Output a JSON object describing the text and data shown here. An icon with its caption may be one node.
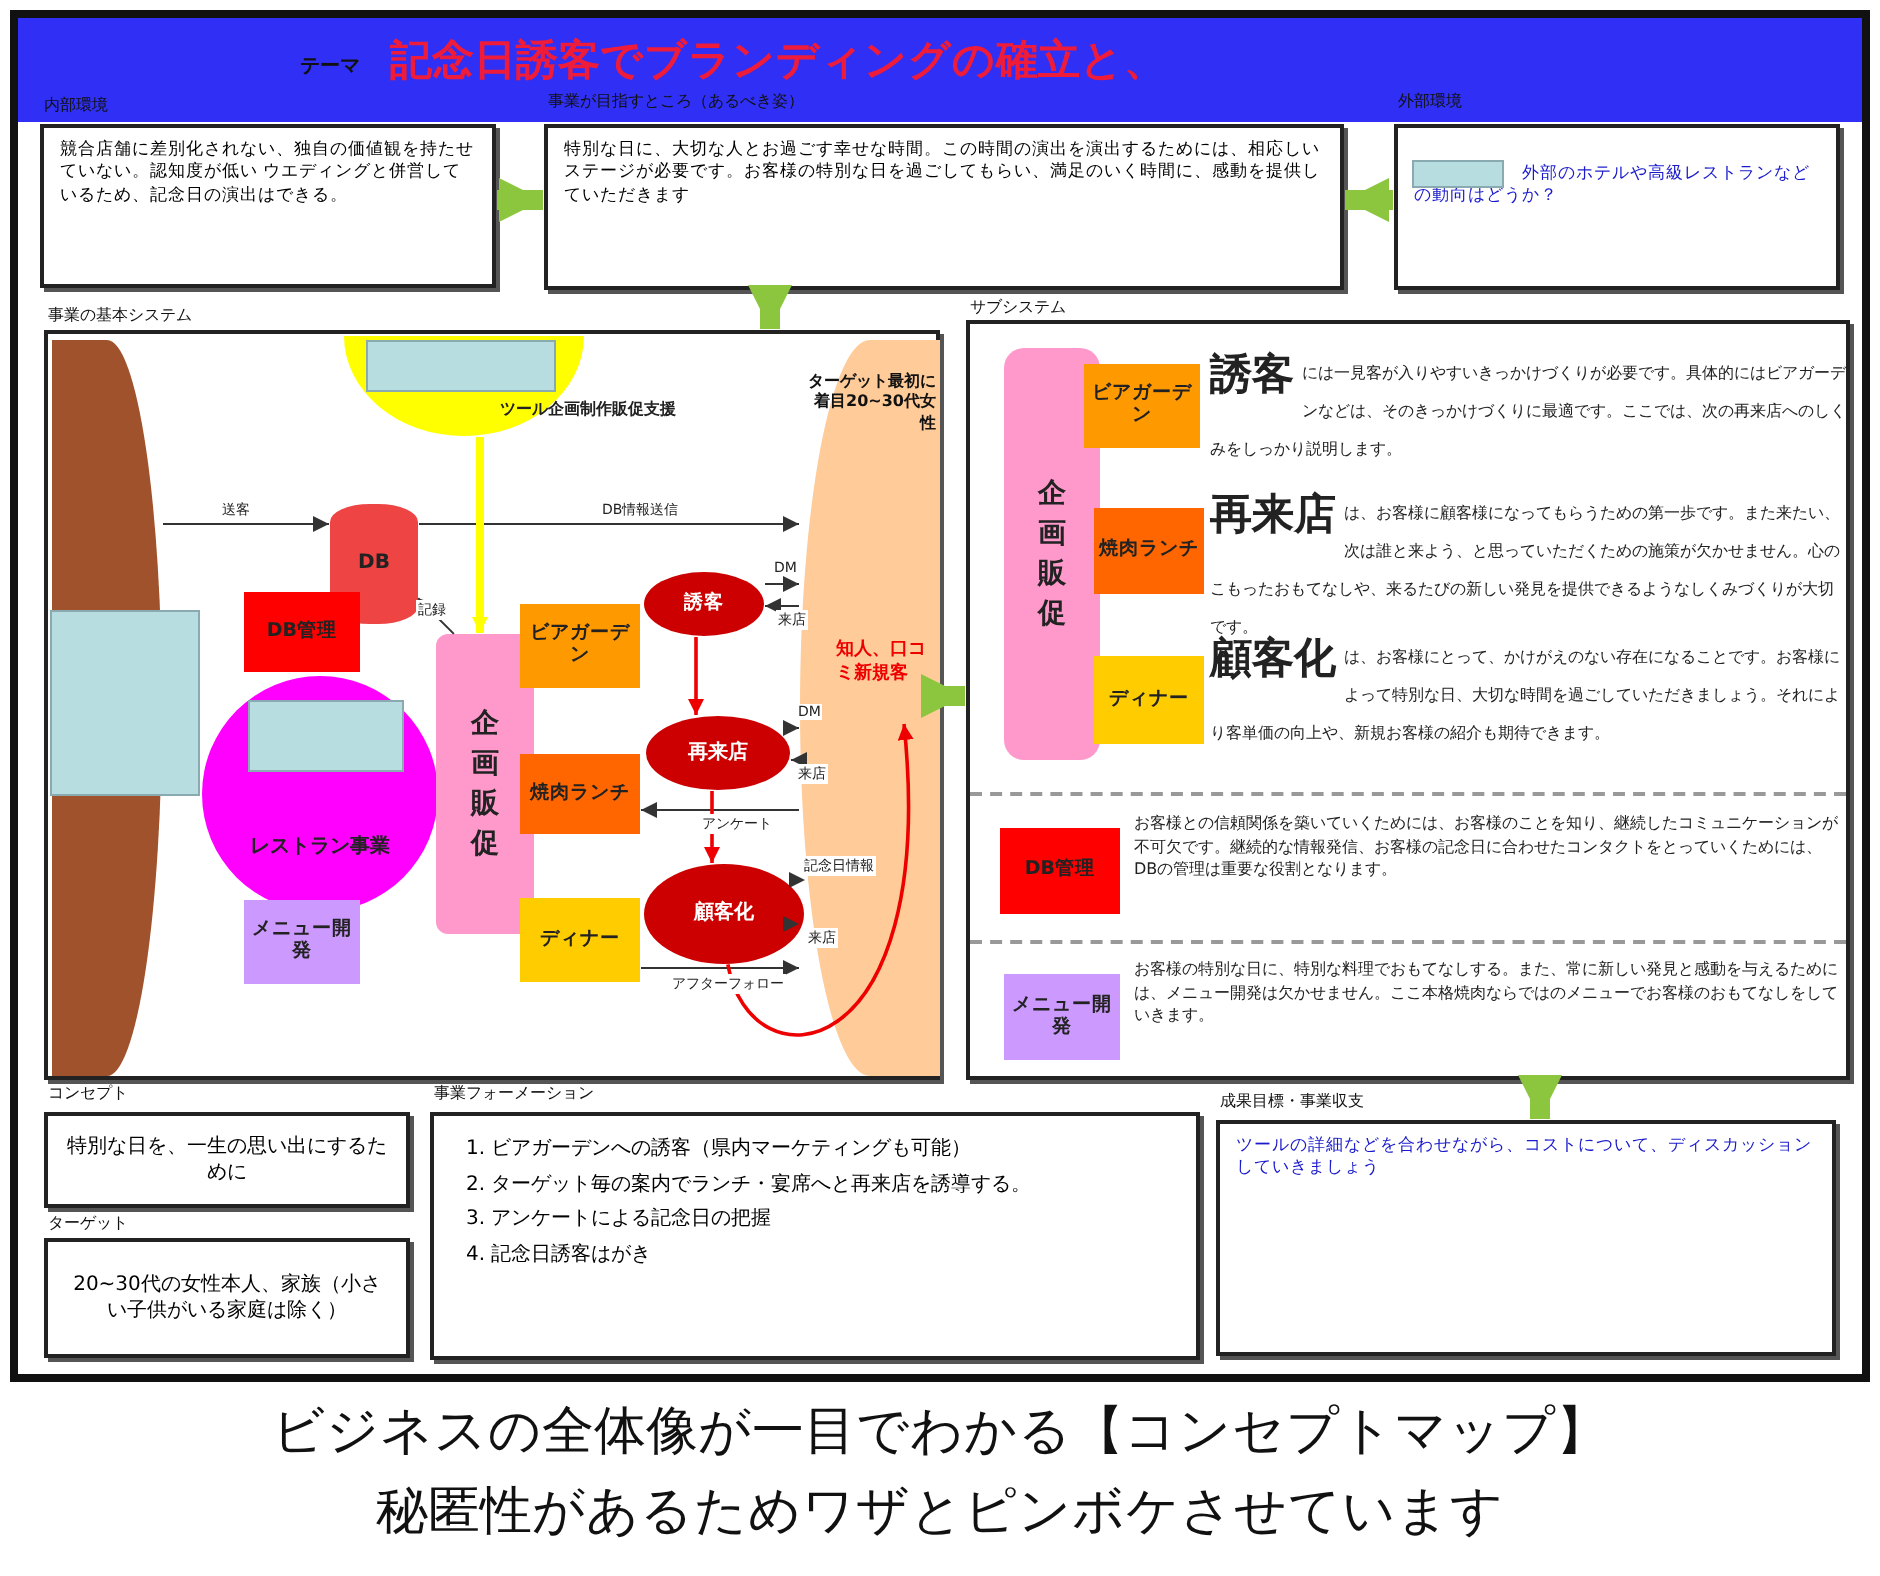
{
  "diagram": {
    "title": "記念日誘客でブランディングの確立と、",
    "caption": "ビジネスの全体像が一目でわかる【コンセプトマップ】秘匿性があるためワザとピンボケさせています",
    "nodes": [
      {
        "text": [
          "内部環境",
          "競合店舗に差別化されない、独自の価値観を持たせていない。認知度が低い ウエディングと併営しているため、記念日の演出はできる。"
        ]
      },
      {
        "text": [
          "事業が目指すところ（あるべき姿）",
          "特別な日に、大切な人とお過ごす幸せな時間。この時間の演出を演出するためには、相応しいステージが必要です。お客様の特別な日を過ごしてもらい、満足のいく時間に、感動を提供していただきます"
        ]
      },
      {
        "text": [
          "外部環境",
          "外部のホテルや高級レストランなどの動向はどうか？"
        ]
      },
      {
        "text": [
          "事業の基本システム"
        ]
      },
      {
        "text": [],
        "shape": "ellipse",
        "in": 3
      },
      {
        "text": [],
        "shape": "semicircle",
        "beside": [
          "ツール企画制作販促支援"
        ],
        "in": 3
      },
      {
        "text": [
          "DB"
        ],
        "in": 3
      },
      {
        "text": [
          "DB管理"
        ],
        "in": 3
      },
      {
        "text": [
          "レストラン事業"
        ],
        "in": 3
      },
      {
        "text": [
          "メニュー開発"
        ],
        "in": 3
      },
      {
        "text": [
          "企画販促"
        ],
        "in": 3
      },
      {
        "text": [
          "ビアガーデン"
        ],
        "in": 3
      },
      {
        "text": [
          "焼肉ランチ"
        ],
        "in": 3
      },
      {
        "text": [
          "ディナー"
        ],
        "in": 3
      },
      {
        "text": [
          "誘客"
        ],
        "in": 3
      },
      {
        "text": [
          "再来店"
        ],
        "in": 3
      },
      {
        "text": [
          "顧客化"
        ],
        "in": 3
      },
      {
        "text": [
          "ターゲット最初に着目20~30代女性",
          "知人、口コミ新規客"
        ],
        "in": 3
      },
      {
        "text": [
          "サブシステム"
        ]
      },
      {
        "text": [
          "企画販促"
        ],
        "in": 18
      },
      {
        "text": [
          "ビアガーデン"
        ],
        "in": 18,
        "beside": [
          "誘客",
          "には一見客が入りやすいきっかけづくりが必要です。具体的にはビアガーデンなどは、そのきっかけづくりに最適です。ここでは、次の再来店へのしくみをしっかり説明します。"
        ]
      },
      {
        "text": [
          "焼肉ランチ"
        ],
        "in": 18,
        "beside": [
          "再来店",
          "は、お客様に顧客様になってもらうための第一歩です。また来たい、次は誰と来よう、と思っていただくための施策が欠かせません。心のこもったおもてなしや、来るたびの新しい発見を提供できるようなしくみづくりが大切です。"
        ]
      },
      {
        "text": [
          "ディナー"
        ],
        "in": 18,
        "beside": [
          "顧客化",
          "は、お客様にとって、かけがえのない存在になることです。お客様によって特別な日、大切な時間を過ごしていただきましょう。それにより客単価の向上や、新規お客様の紹介も期待できます。"
        ]
      },
      {
        "text": [
          "DB管理"
        ],
        "in": 18,
        "beside": [
          "お客様との信頼関係を築いていくためには、お客様のことを知り、継続したコミュニケーションが不可欠です。継続的な情報発信、お客様の記念日に合わせたコンタクトをとっていくためには、DBの管理は重要な役割となります。"
        ]
      },
      {
        "text": [
          "メニュー開発"
        ],
        "in": 18,
        "beside": [
          "お客様の特別な日に、特別な料理でおもてなしする。また、常に新しい発見と感動を与えるためには、メニュー開発は欠かせません。ここ本格焼肉ならではのメニューでお客様のおもてなしをしていきます。"
        ]
      },
      {
        "text": [
          "コンセプト",
          "特別な日を、一生の思い出にするために"
        ]
      },
      {
        "text": [
          "ターゲット",
          "20~30代の女性本人、家族（小さい子供がいる家庭は除く）"
        ]
      },
      {
        "text": [
          "事業フォーメーション",
          "1. ビアガーデンへの誘客（県内マーケティングも可能）",
          "2. ターゲット毎の案内でランチ・宴席へと再来店を誘導する。",
          "3. アンケートによる記念日の把握",
          "4. 記念日誘客はがき"
        ]
      },
      {
        "text": [
          "成果目標・事業収支",
          "ツールの詳細などを合わせながら、コストについて、ディスカッションしていきましょう"
        ]
      }
    ],
    "edges": [
      {
        "from": 0,
        "to": 1,
        "arrow": "to",
        "style": "thick",
        "color": "#8cc63f"
      },
      {
        "from": 2,
        "to": 1,
        "arrow": "to",
        "style": "thick",
        "color": "#8cc63f"
      },
      {
        "from": 1,
        "to": 3,
        "arrow": "to",
        "style": "thick",
        "color": "#8cc63f"
      },
      {
        "from": 3,
        "to": 18,
        "arrow": "to",
        "style": "thick",
        "color": "#8cc63f"
      },
      {
        "from": 18,
        "to": 28,
        "arrow": "to",
        "style": "thick",
        "color": "#8cc63f"
      },
      {
        "from": 4,
        "to": 6,
        "arrow": "to",
        "label": "送客"
      },
      {
        "from": 6,
        "to": 17,
        "arrow": "to",
        "label": "DB情報送信"
      },
      {
        "from": 10,
        "to": 6,
        "arrow": "to",
        "label": "記録"
      },
      {
        "from": 5,
        "to": 10,
        "arrow": "to",
        "style": "thick",
        "color": "#ffff00"
      },
      {
        "from": 14,
        "to": 17,
        "arrow": "to",
        "label": "DM"
      },
      {
        "from": 17,
        "to": 14,
        "arrow": "to",
        "label": "来店"
      },
      {
        "from": 15,
        "to": 17,
        "arrow": "to",
        "label": "DM"
      },
      {
        "from": 17,
        "to": 15,
        "arrow": "to",
        "label": "来店"
      },
      {
        "from": 17,
        "to": 12,
        "arrow": "to",
        "label": "アンケート"
      },
      {
        "from": 16,
        "to": 17,
        "arrow": "to",
        "label": "記念日情報"
      },
      {
        "from": 17,
        "to": 16,
        "arrow": "to",
        "label": "来店"
      },
      {
        "from": 13,
        "to": 17,
        "arrow": "to",
        "label": "アフターフォロー"
      },
      {
        "from": 14,
        "to": 15,
        "arrow": "to",
        "color": "#ee0000"
      },
      {
        "from": 15,
        "to": 16,
        "arrow": "to",
        "color": "#ee0000"
      },
      {
        "from": 16,
        "to": 17,
        "arrow": "to",
        "color": "#ee0000"
      }
    ],
    "labels": [
      "テーマ"
    ]
  }
}
